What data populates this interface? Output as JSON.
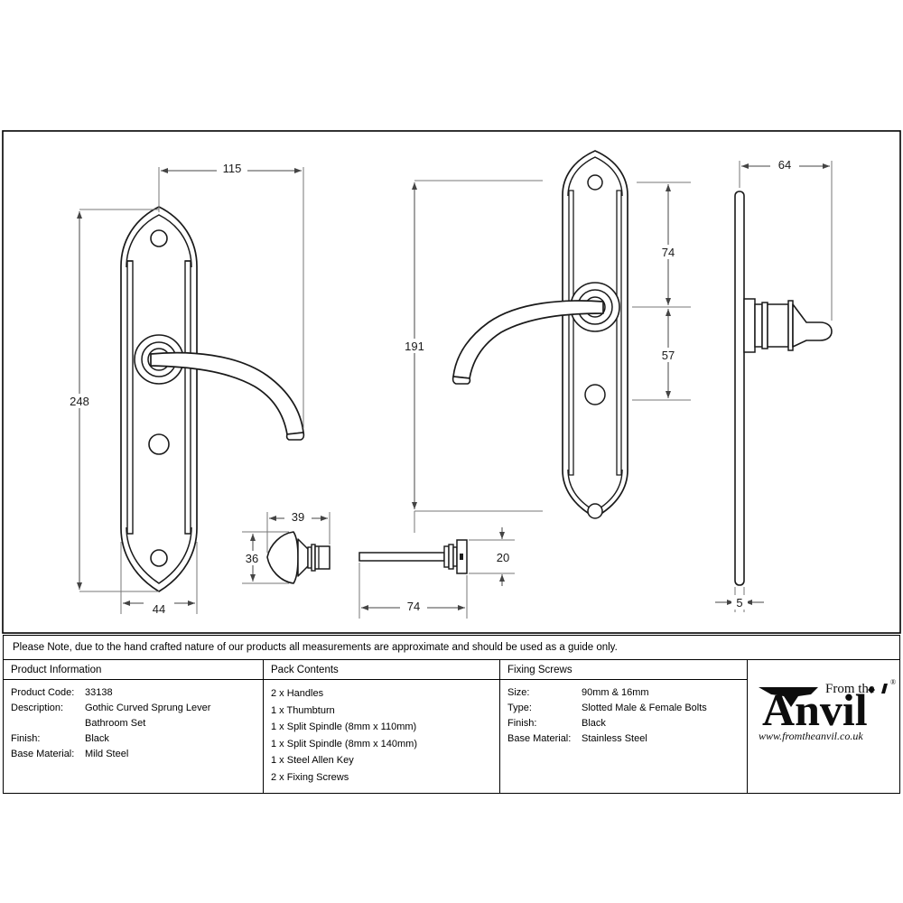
{
  "sheet": {
    "note": "Please Note, due to the hand crafted nature of our products all measurements are approximate and should be used as a guide only."
  },
  "dimensions": {
    "front_width_overall": "115",
    "front_height_overall": "248",
    "plate_width": "44",
    "mid_height": "191",
    "centre_to_top": "74",
    "centre_to_lower": "57",
    "thumbturn_width": "39",
    "thumbturn_height": "36",
    "side_projection": "64",
    "plate_thickness": "5",
    "spindle_length": "74",
    "spindle_height": "20"
  },
  "product_information": {
    "heading": "Product Information",
    "rows": [
      {
        "key": "Product Code:",
        "value": "33138"
      },
      {
        "key": "Description:",
        "value": "Gothic Curved Sprung Lever"
      },
      {
        "key": "",
        "value": "Bathroom Set"
      },
      {
        "key": "Finish:",
        "value": "Black"
      },
      {
        "key": "Base Material:",
        "value": "Mild Steel"
      }
    ]
  },
  "pack_contents": {
    "heading": "Pack Contents",
    "items": [
      "2 x Handles",
      "1 x Thumbturn",
      "1 x Split Spindle (8mm x 110mm)",
      "1 x Split Spindle (8mm x 140mm)",
      "1 x Steel Allen Key",
      "2 x Fixing Screws"
    ]
  },
  "fixing_screws": {
    "heading": "Fixing Screws",
    "rows": [
      {
        "key": "Size:",
        "value": "90mm & 16mm"
      },
      {
        "key": "Type:",
        "value": "Slotted Male & Female Bolts"
      },
      {
        "key": "Finish:",
        "value": "Black"
      },
      {
        "key": "Base Material:",
        "value": "Stainless Steel"
      }
    ]
  },
  "brand": {
    "line1": "From the",
    "line2": "Anvil",
    "registered": "®",
    "url": "www.fromtheanvil.co.uk"
  },
  "colors": {
    "line": "#1a1a1a",
    "dimension": "#555555",
    "border": "#000000",
    "background": "#ffffff"
  }
}
